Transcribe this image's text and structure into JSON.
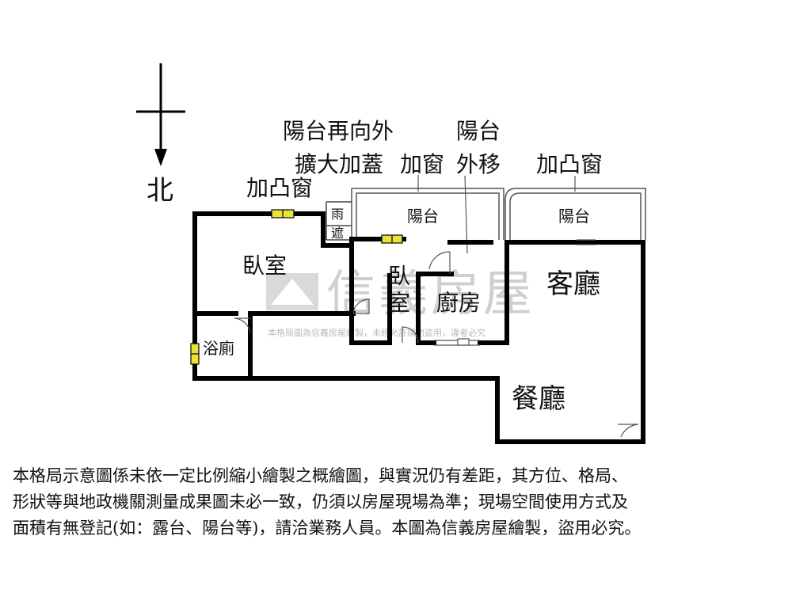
{
  "compass": {
    "north_label": "北"
  },
  "annotations": {
    "bay_window_left": "加凸窗",
    "balcony_extend_line1": "陽台再向外",
    "balcony_extend_line2": "擴大加蓋",
    "add_window": "加窗",
    "balcony_move_line1": "陽台",
    "balcony_move_line2": "外移",
    "bay_window_right": "加凸窗"
  },
  "rooms": {
    "bedroom_main": "臥室",
    "bedroom_small_1": "臥",
    "bedroom_small_2": "室",
    "kitchen": "廚房",
    "living_room": "客廳",
    "dining_room": "餐廳",
    "bathroom": "浴廁",
    "balcony_left": "陽台",
    "balcony_right": "陽台",
    "canopy_1": "雨",
    "canopy_2": "遮"
  },
  "watermark": {
    "brand": "信義房屋",
    "notice": "本格局圖為信義房屋繪製，未經允許請勿盜用，違者必究"
  },
  "disclaimer": {
    "line1": "本格局示意圖係未依一定比例縮小繪製之概繪圖，與實況仍有差距，其方位、格局、",
    "line2": "形狀等與地政機關測量成果圖未必一致，仍須以房屋現場為準；現場空間使用方式及",
    "line3": "面積有無登記(如：露台、陽台等)，請洽業務人員。本圖為信義房屋繪製，盜用必究。"
  },
  "colors": {
    "wall": "#000000",
    "window": "#e8e23a",
    "watermark": "#cfcfcf"
  }
}
